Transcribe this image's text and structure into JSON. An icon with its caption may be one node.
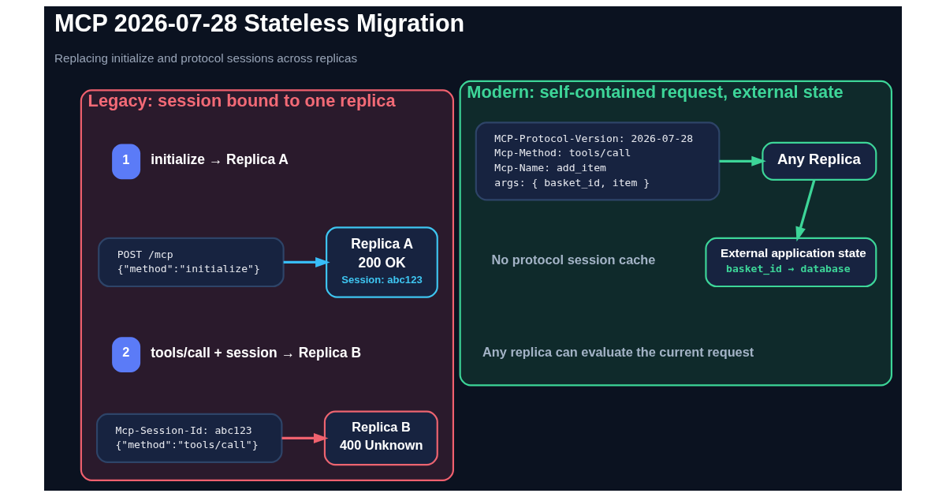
{
  "diagram": {
    "title": "MCP 2026-07-28 Stateless Migration",
    "nodes": [
      {
        "text": [
          "Legacy: session bound to one replica"
        ]
      },
      {
        "text": [
          "1"
        ],
        "beside": [
          "initialize → Replica A"
        ],
        "in": 0
      },
      {
        "text": [
          "POST /mcp",
          "{\"method\":\"initialize\"}"
        ],
        "in": 0
      },
      {
        "text": [
          "Replica A",
          "200 OK",
          "Session: abc123"
        ],
        "in": 0
      },
      {
        "text": [
          "2"
        ],
        "beside": [
          "tools/call + session → Replica B"
        ],
        "in": 0
      },
      {
        "text": [
          "Mcp-Session-Id: abc123",
          "{\"method\":\"tools/call\"}"
        ],
        "in": 0
      },
      {
        "text": [
          "Replica B",
          "400 Unknown"
        ],
        "in": 0
      },
      {
        "text": [
          "Modern: self-contained request, external state"
        ]
      },
      {
        "text": [
          "MCP-Protocol-Version: 2026-07-28",
          "Mcp-Method: tools/call",
          "Mcp-Name: add_item",
          "args: { basket_id, item }"
        ],
        "in": 7
      },
      {
        "text": [
          "Any Replica"
        ],
        "in": 7
      },
      {
        "text": [
          "External application state",
          "basket_id → database"
        ],
        "in": 7
      }
    ],
    "edges": [
      {
        "from": 2,
        "to": 3,
        "arrow": "to",
        "color": "#38bdf8"
      },
      {
        "from": 5,
        "to": 6,
        "arrow": "to",
        "color": "#f0626e"
      },
      {
        "from": 8,
        "to": 9,
        "arrow": "to"
      },
      {
        "from": 9,
        "to": 10,
        "arrow": "to"
      }
    ],
    "labels": [
      "Replacing initialize and protocol sessions across replicas",
      "No protocol session cache",
      "Any replica can evaluate the current request"
    ]
  }
}
